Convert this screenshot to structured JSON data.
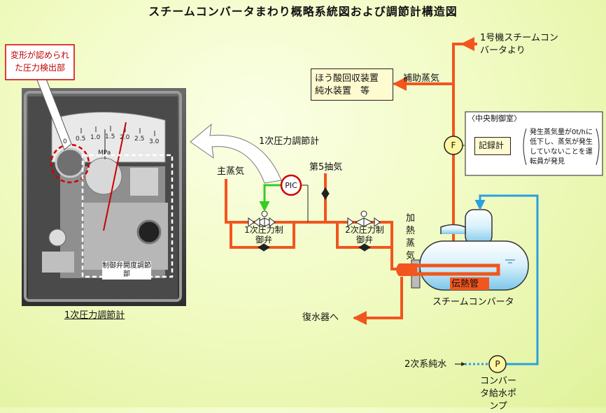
{
  "title": "スチームコンバータまわり概略系統図および調節計構造図",
  "photo": {
    "callout_deformed": "変形が認められた圧力検出部",
    "callout_valve_adjust": "制御弁開度調節部",
    "caption": "1次圧力調節計",
    "gauge_scale": [
      "0",
      "0.5",
      "1.0",
      "1.5",
      "2.0",
      "2.5",
      "3.0"
    ],
    "gauge_unit": "MPa"
  },
  "diagram": {
    "pic_label": "PIC",
    "pic_title": "1次圧力調節計",
    "main_steam": "主蒸気",
    "fifth_extraction": "第5抽気",
    "valve1": "1次圧力制御弁",
    "valve2": "2次圧力制御弁",
    "heating_steam": "加熱蒸気",
    "heat_tube": "伝熱管",
    "converter": "スチームコンバータ",
    "to_condenser": "復水器へ",
    "secondary_water": "2次系純水",
    "pump_label": "P",
    "pump_name": "コンバータ給水ポンプ",
    "flow_label": "F",
    "recorder": "記録計",
    "central_room": "〈中央制御室〉",
    "central_note": "発生蒸気量が0t/hに低下し、蒸気が発生していないことを運転員が発見",
    "aux_steam": "補助蒸気",
    "boric_box": "ほう酸回収装置　純水装置　等",
    "unit1_from": "1号機スチームコンバータより"
  },
  "colors": {
    "pipe_orange": "#f0561e",
    "pipe_blue": "#2aa0e0",
    "signal_green": "#33cc22",
    "callout_red": "#d00000",
    "box_fill": "#fffbd0",
    "background": "#ecf8b0"
  }
}
